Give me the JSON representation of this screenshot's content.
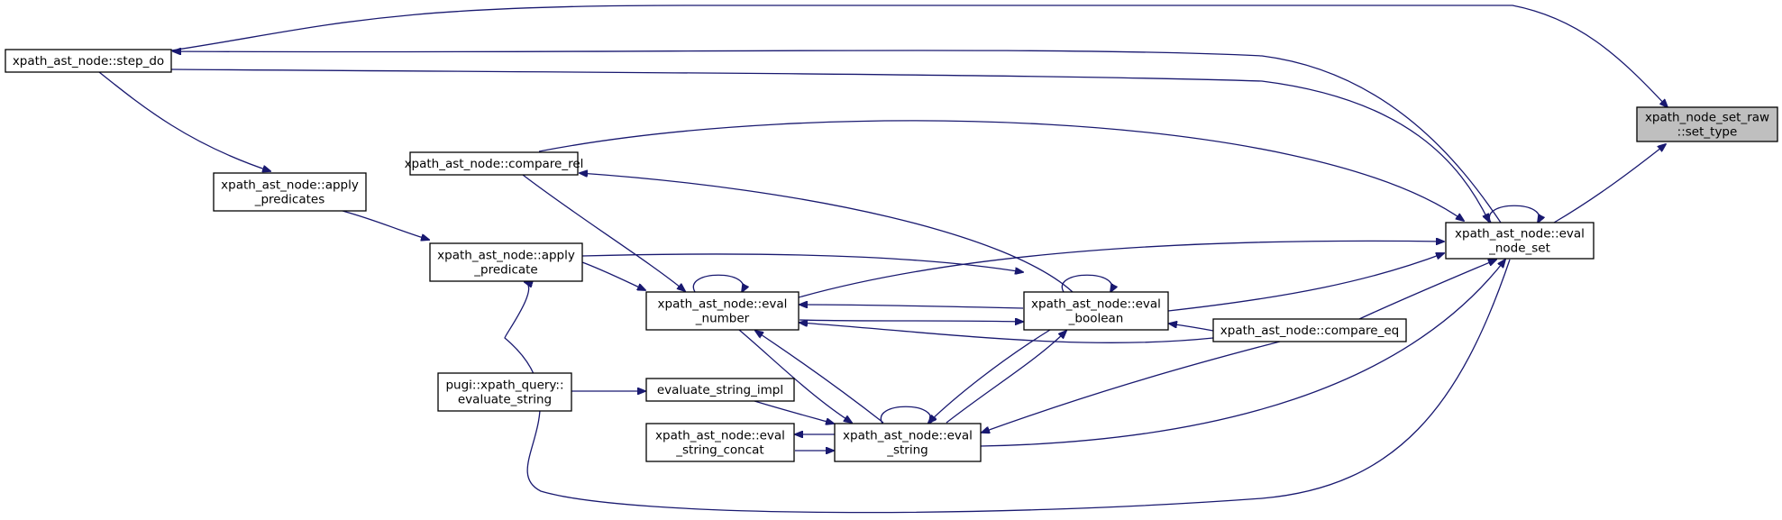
{
  "nodes": [
    {
      "id": "set_type",
      "lines": [
        "xpath_node_set_raw",
        "::set_type"
      ],
      "highlight": true
    },
    {
      "id": "step_do",
      "lines": [
        "xpath_ast_node::step_do"
      ]
    },
    {
      "id": "compare_rel",
      "lines": [
        "xpath_ast_node::compare_rel"
      ]
    },
    {
      "id": "apply_predicates",
      "lines": [
        "xpath_ast_node::apply",
        "_predicates"
      ]
    },
    {
      "id": "apply_predicate",
      "lines": [
        "xpath_ast_node::apply",
        "_predicate"
      ]
    },
    {
      "id": "eval_node_set",
      "lines": [
        "xpath_ast_node::eval",
        "_node_set"
      ]
    },
    {
      "id": "eval_number",
      "lines": [
        "xpath_ast_node::eval",
        "_number"
      ]
    },
    {
      "id": "eval_boolean",
      "lines": [
        "xpath_ast_node::eval",
        "_boolean"
      ]
    },
    {
      "id": "compare_eq",
      "lines": [
        "xpath_ast_node::compare_eq"
      ]
    },
    {
      "id": "evaluate_string",
      "lines": [
        "pugi::xpath_query::",
        "evaluate_string"
      ]
    },
    {
      "id": "evaluate_string_impl",
      "lines": [
        "evaluate_string_impl"
      ]
    },
    {
      "id": "eval_string_concat",
      "lines": [
        "xpath_ast_node::eval",
        "_string_concat"
      ]
    },
    {
      "id": "eval_string",
      "lines": [
        "xpath_ast_node::eval",
        "_string"
      ]
    }
  ],
  "edges": [
    {
      "from": "step_do",
      "to": "set_type"
    },
    {
      "from": "eval_node_set",
      "to": "set_type"
    },
    {
      "from": "eval_node_set",
      "to": "step_do"
    },
    {
      "from": "step_do",
      "to": "eval_node_set"
    },
    {
      "from": "step_do",
      "to": "apply_predicates"
    },
    {
      "from": "compare_rel",
      "to": "eval_node_set"
    },
    {
      "from": "compare_rel",
      "to": "eval_number"
    },
    {
      "from": "eval_boolean",
      "to": "compare_rel"
    },
    {
      "from": "apply_predicates",
      "to": "apply_predicate"
    },
    {
      "from": "apply_predicate",
      "to": "eval_number"
    },
    {
      "from": "apply_predicate",
      "to": "eval_boolean"
    },
    {
      "from": "eval_number",
      "to": "eval_node_set"
    },
    {
      "from": "eval_node_set",
      "to": "apply_predicate"
    },
    {
      "from": "eval_boolean",
      "to": "eval_node_set"
    },
    {
      "from": "eval_boolean",
      "to": "eval_number"
    },
    {
      "from": "eval_number",
      "to": "eval_boolean"
    },
    {
      "from": "compare_eq",
      "to": "eval_node_set"
    },
    {
      "from": "compare_eq",
      "to": "eval_boolean"
    },
    {
      "from": "compare_eq",
      "to": "eval_number"
    },
    {
      "from": "compare_eq",
      "to": "eval_string"
    },
    {
      "from": "eval_number",
      "to": "eval_string"
    },
    {
      "from": "eval_string",
      "to": "eval_number"
    },
    {
      "from": "eval_boolean",
      "to": "eval_string"
    },
    {
      "from": "eval_string",
      "to": "eval_boolean"
    },
    {
      "from": "eval_string",
      "to": "eval_node_set"
    },
    {
      "from": "evaluate_string",
      "to": "evaluate_string_impl"
    },
    {
      "from": "evaluate_string_impl",
      "to": "eval_string"
    },
    {
      "from": "eval_string",
      "to": "eval_string_concat"
    },
    {
      "from": "eval_string_concat",
      "to": "eval_string"
    },
    {
      "from": "eval_node_set",
      "to": "eval_node_set"
    },
    {
      "from": "eval_number",
      "to": "eval_number"
    },
    {
      "from": "eval_boolean",
      "to": "eval_boolean"
    },
    {
      "from": "eval_string",
      "to": "eval_string"
    }
  ]
}
